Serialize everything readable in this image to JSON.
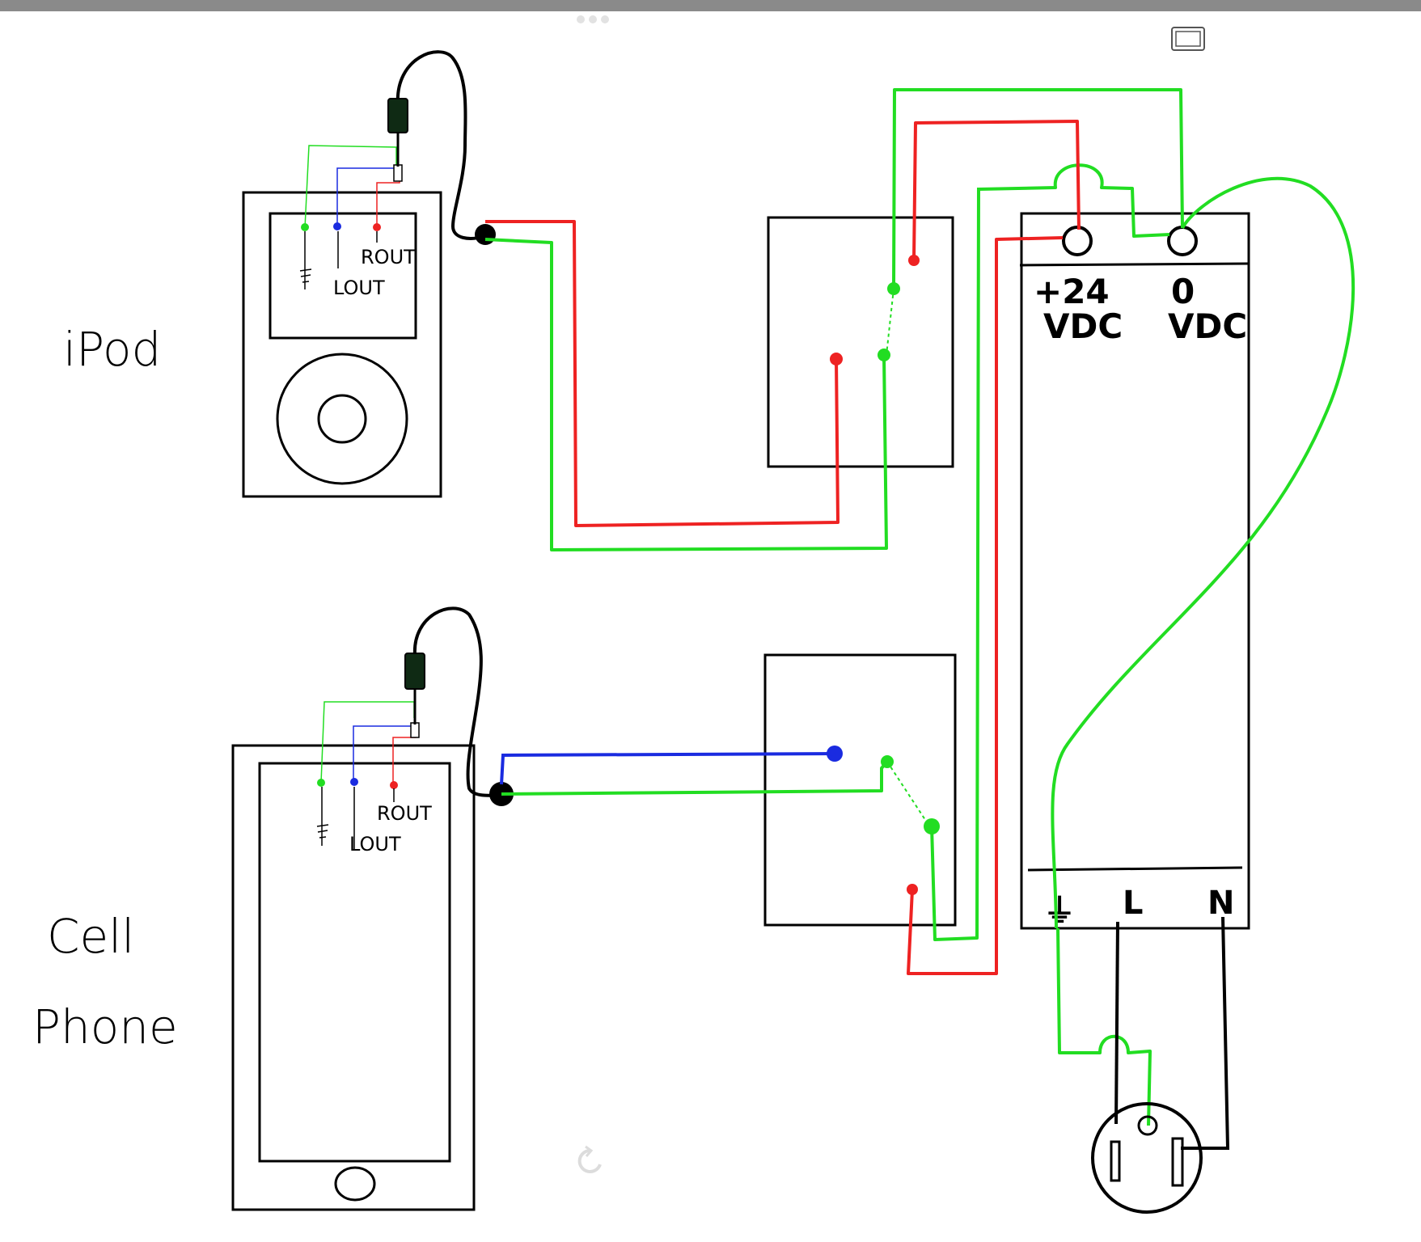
{
  "device_labels": {
    "ipod": "iPod",
    "cell_line1": "Cell",
    "cell_line2": "Phone"
  },
  "jack_labels": {
    "ipod_rout": "ROUT",
    "ipod_lout": "LOUT",
    "phone_rout": "ROUT",
    "phone_lout": "LOUT"
  },
  "power_supply": {
    "pos_line1": "+24",
    "pos_line2": "VDC",
    "zero_line1": "0",
    "zero_line2": "VDC",
    "earth_symbol": "⏚",
    "line_label": "L",
    "neutral_label": "N"
  },
  "colors": {
    "wire_green": "#22dd22",
    "wire_red": "#ee2222",
    "wire_blue": "#1a2be0",
    "wire_black": "#000000",
    "jack_body": "#0f2a14",
    "topbar": "#8a8a8a"
  },
  "icons": {
    "window_toggle": "window-icon",
    "menu_dots": "more-dots-icon",
    "refresh": "refresh-icon"
  }
}
